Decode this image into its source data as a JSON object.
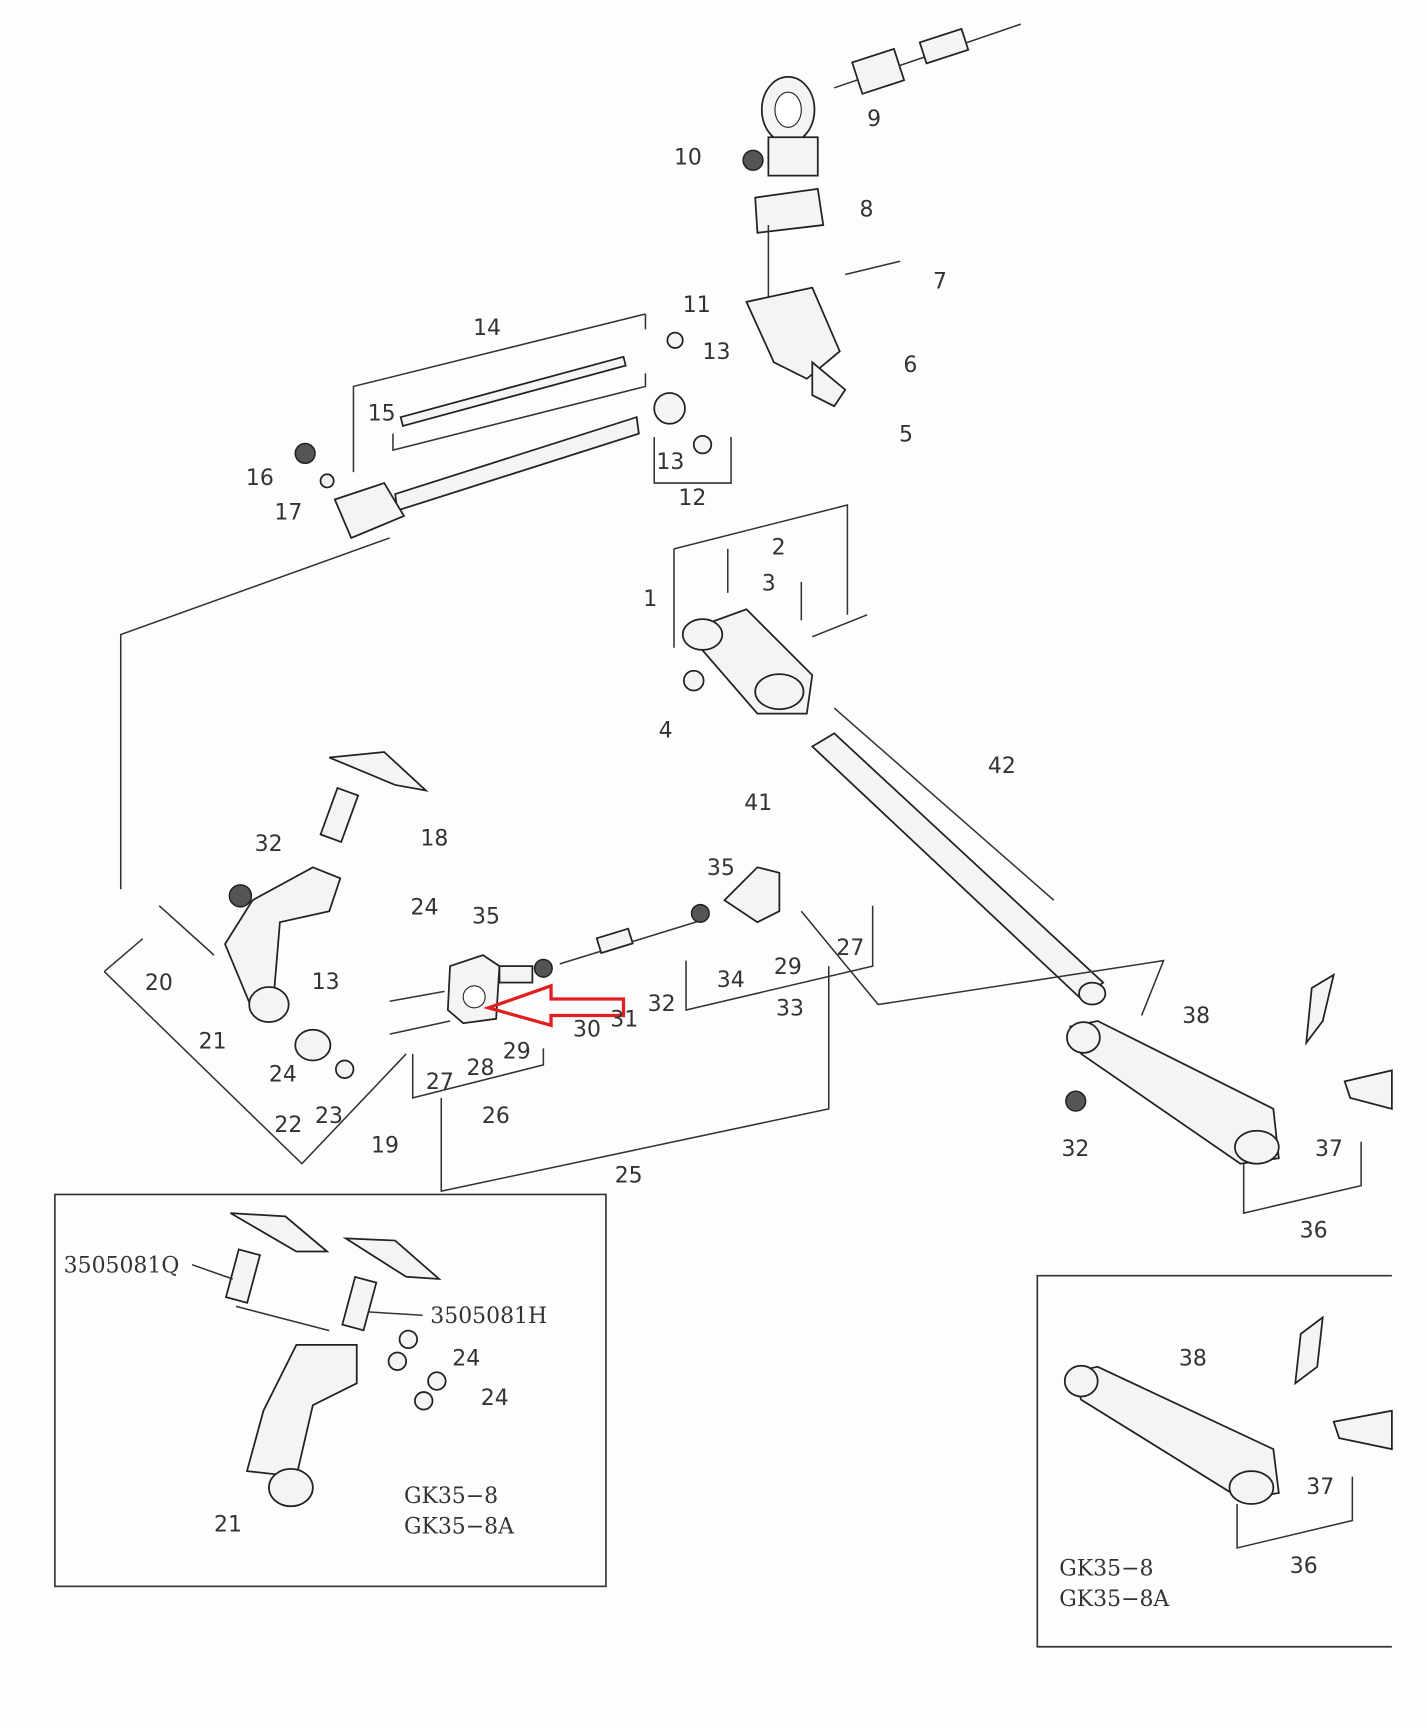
{
  "diagram": {
    "callouts": [
      "9",
      "10",
      "8",
      "7",
      "11",
      "13",
      "6",
      "14",
      "15",
      "5",
      "13",
      "16",
      "17",
      "12",
      "2",
      "3",
      "1",
      "4",
      "42",
      "41",
      "32",
      "18",
      "35",
      "24",
      "35",
      "27",
      "13",
      "20",
      "34",
      "29",
      "32",
      "33",
      "30",
      "31",
      "21",
      "38",
      "24",
      "27",
      "28",
      "29",
      "22",
      "23",
      "26",
      "19",
      "32",
      "37",
      "25",
      "36"
    ],
    "inset_left": {
      "part_a": "3505081Q",
      "part_b": "3505081H",
      "callouts": [
        "24",
        "24",
        "21"
      ],
      "models": [
        "GK35−8",
        "GK35−8A"
      ]
    },
    "inset_right": {
      "callouts": [
        "38",
        "37",
        "36"
      ],
      "models": [
        "GK35−8",
        "GK35−8A"
      ]
    },
    "highlight_arrow_color": "#e02020"
  }
}
